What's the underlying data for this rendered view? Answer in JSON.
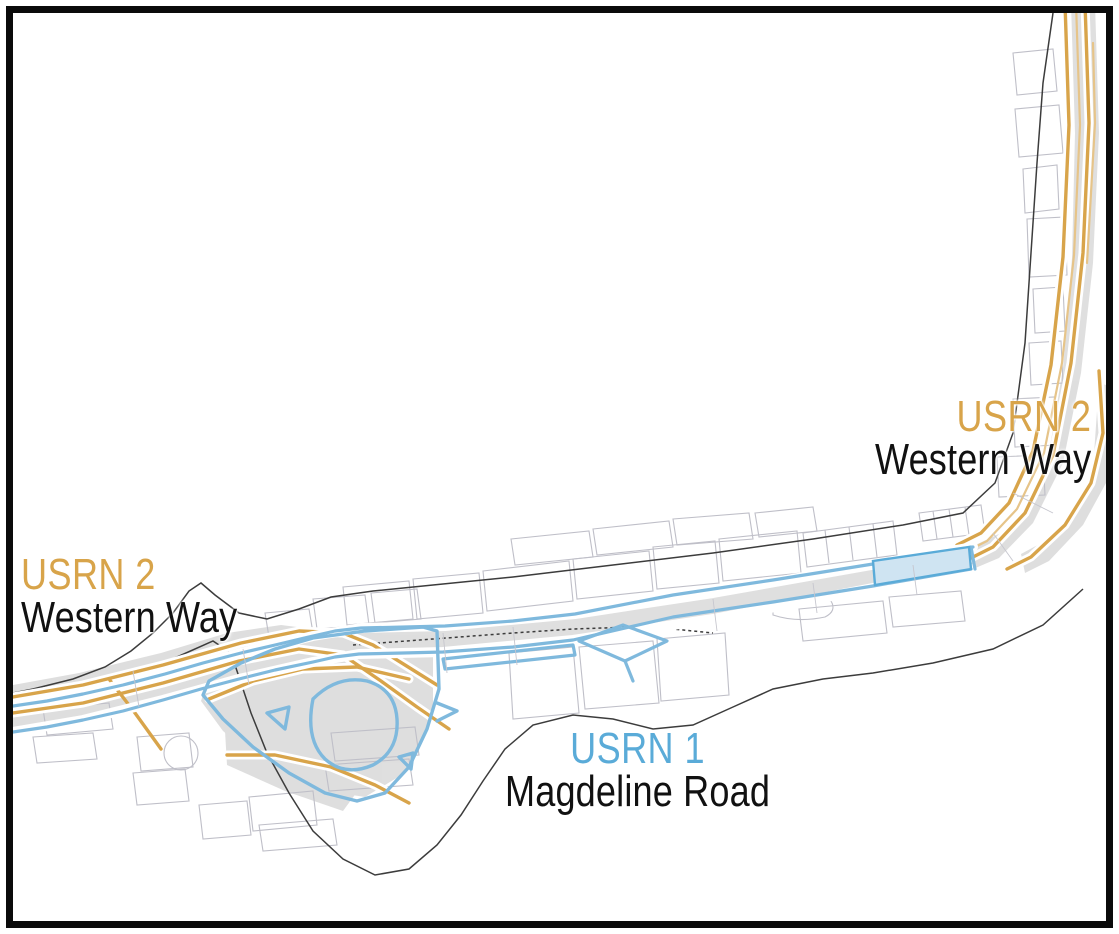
{
  "figure": {
    "kind": "street-network-map",
    "background_color": "#ffffff",
    "frame_color": "#0a0a0a"
  },
  "legend_colors": {
    "usrn1_blue": "#5aabd8",
    "usrn2_orange": "#d8a44a",
    "carriageway_fill": "#dcdcdc",
    "building_outline": "#b9b9c2",
    "boundary_outline": "#3a3a3a"
  },
  "labels": [
    {
      "id": "usrn2-left",
      "usrn": "USRN 2",
      "street": "Western Way",
      "color": "#d8a44a",
      "position": "left-middle"
    },
    {
      "id": "usrn2-right",
      "usrn": "USRN 2",
      "street": "Western Way",
      "color": "#d8a44a",
      "position": "top-right"
    },
    {
      "id": "usrn1",
      "usrn": "USRN 1",
      "street": "Magdeline Road",
      "color": "#5aabd8",
      "position": "bottom-centre"
    }
  ],
  "features": {
    "usrn1_name": "Magdeline Road",
    "usrn2_name": "Western Way",
    "usrn1_highlight": "blue",
    "usrn2_highlight": "orange"
  }
}
